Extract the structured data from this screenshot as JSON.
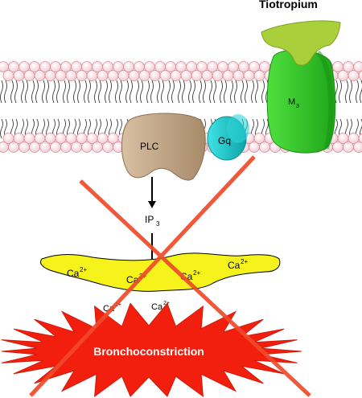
{
  "labels": {
    "drug": "Tiotropium",
    "receptor": "M",
    "receptor_sub": "3",
    "g_protein": "Gq",
    "enzyme": "PLC",
    "messenger": "IP",
    "messenger_sub": "3",
    "ion": "Ca",
    "ion_charge": "2+",
    "outcome": "Bronchoconstriction"
  },
  "colors": {
    "lipid_head_fill": "#f7d8dd",
    "lipid_head_stroke": "#d98a98",
    "receptor": "#3ccf2f",
    "drug": "#a9cf3a",
    "g_protein": "#1fc9cc",
    "enzyme": "#c6a98a",
    "store": "#f6f21c",
    "burst": "#f21f0f",
    "cross": "#f04a2a"
  }
}
